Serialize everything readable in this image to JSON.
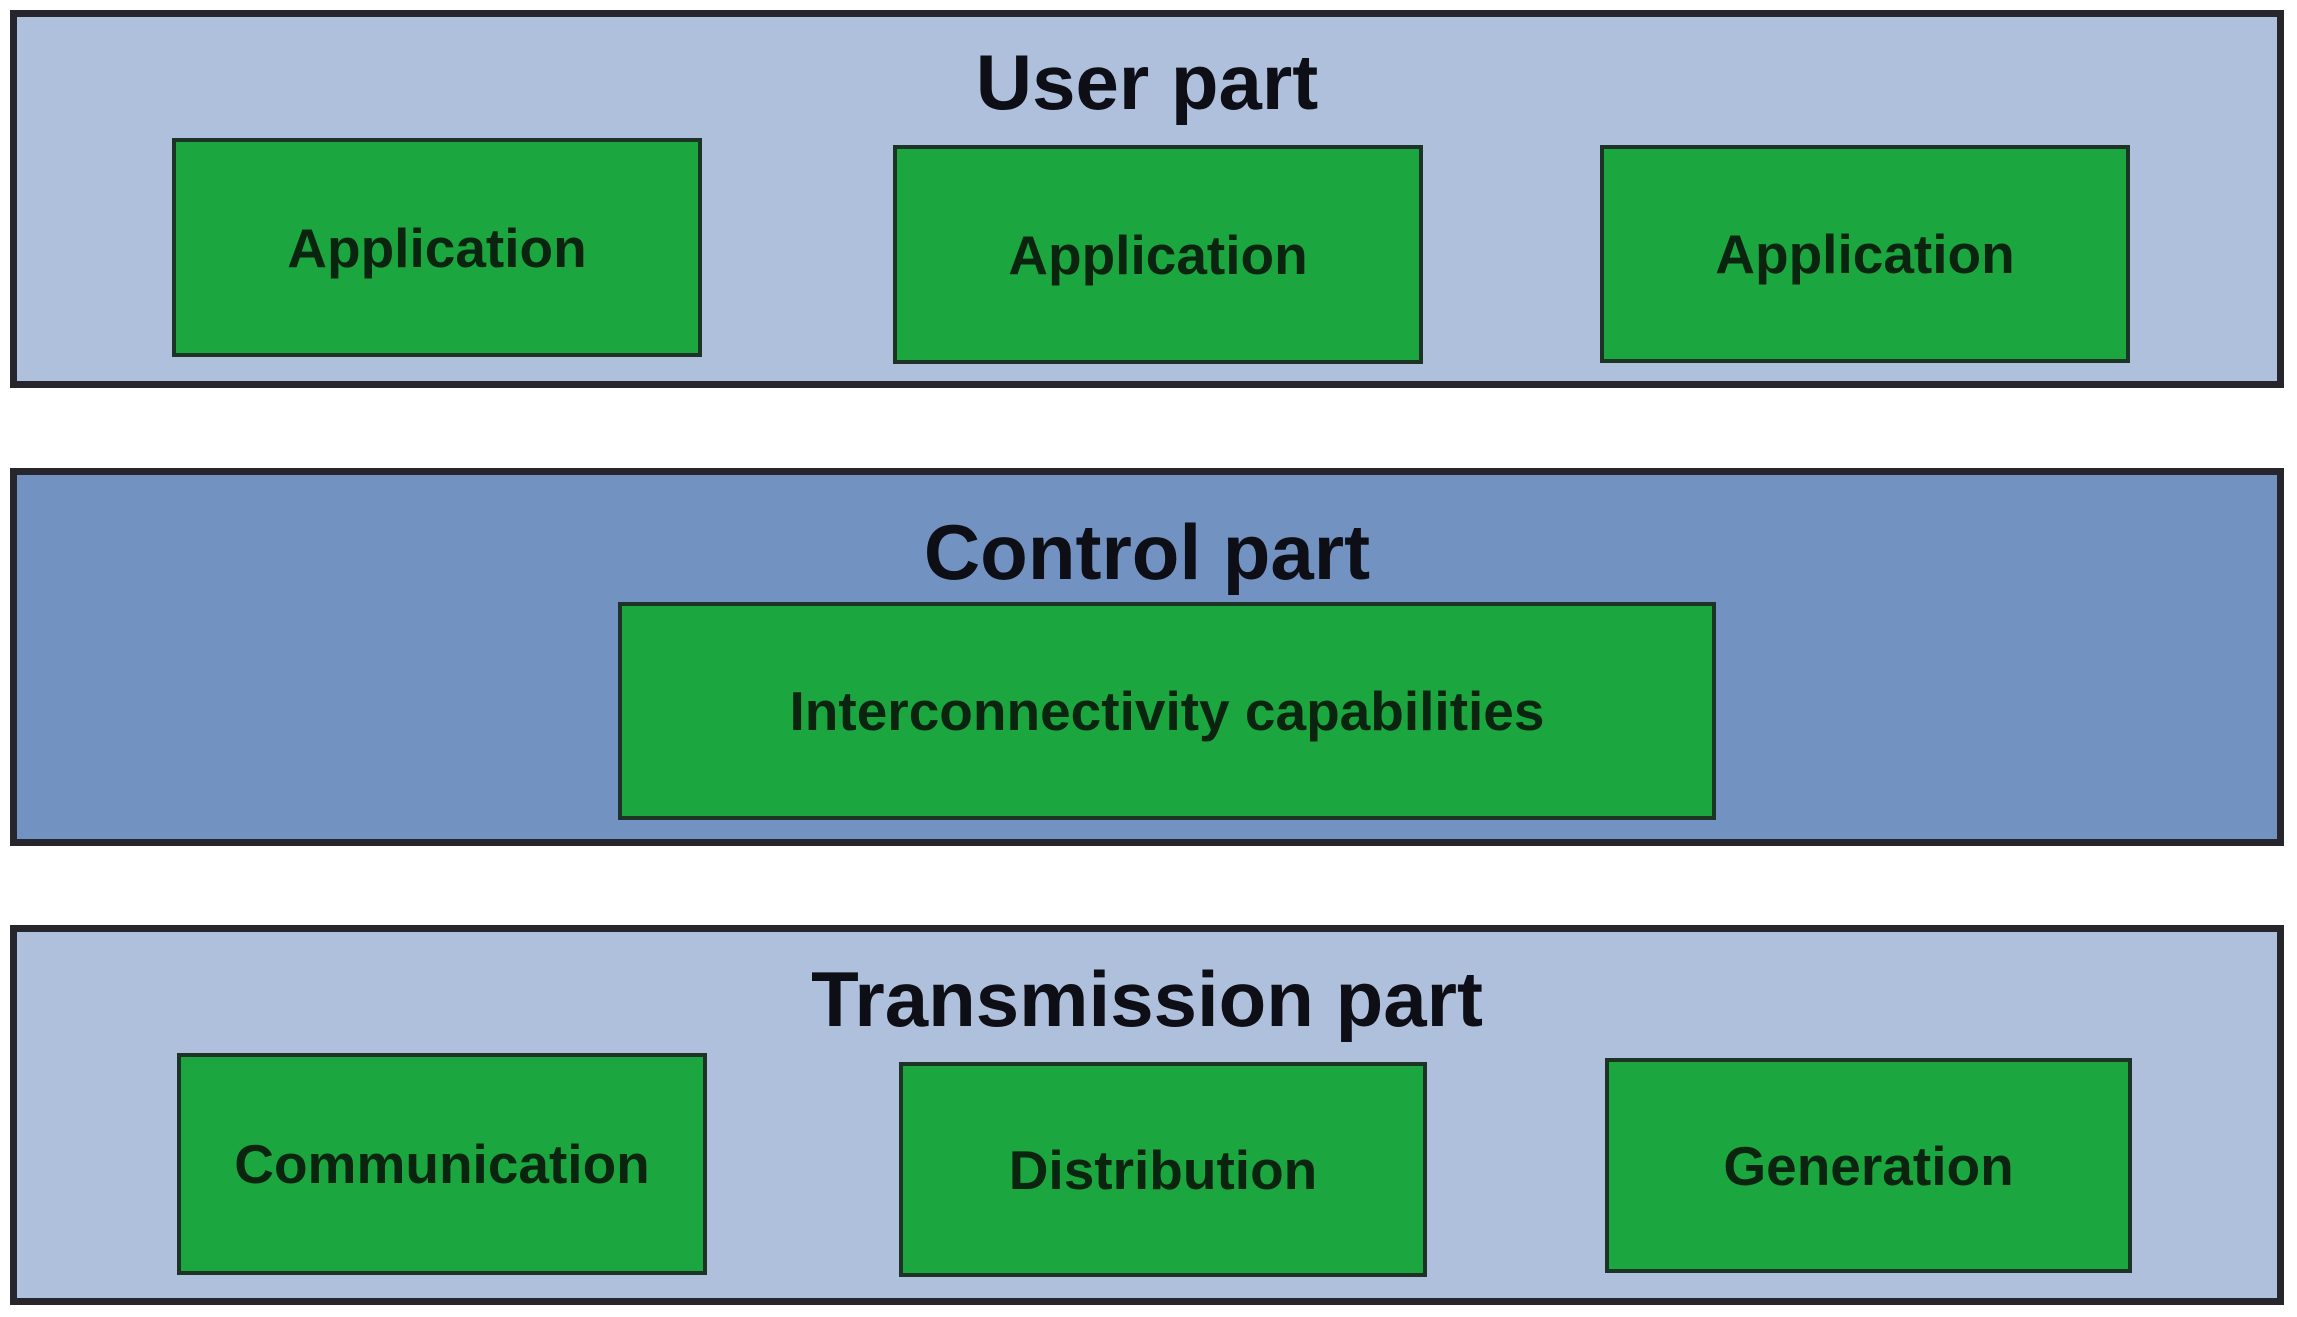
{
  "diagram": {
    "bands": [
      {
        "id": "user",
        "title": "User part",
        "boxes": [
          {
            "label": "Application"
          },
          {
            "label": "Application"
          },
          {
            "label": "Application"
          }
        ]
      },
      {
        "id": "control",
        "title": "Control part",
        "boxes": [
          {
            "label": "Interconnectivity capabilities"
          }
        ]
      },
      {
        "id": "transmission",
        "title": "Transmission part",
        "boxes": [
          {
            "label": "Communication"
          },
          {
            "label": "Distribution"
          },
          {
            "label": "Generation"
          }
        ]
      }
    ],
    "colors": {
      "band_light_fill": "#aec0db",
      "band_dark_fill": "#7292c1",
      "band_border": "#26262c",
      "box_fill": "#1ca63f",
      "box_border": "#1d3326",
      "title_text": "#0e0e16",
      "box_text": "#0a2410",
      "page_background": "#ffffff"
    }
  }
}
